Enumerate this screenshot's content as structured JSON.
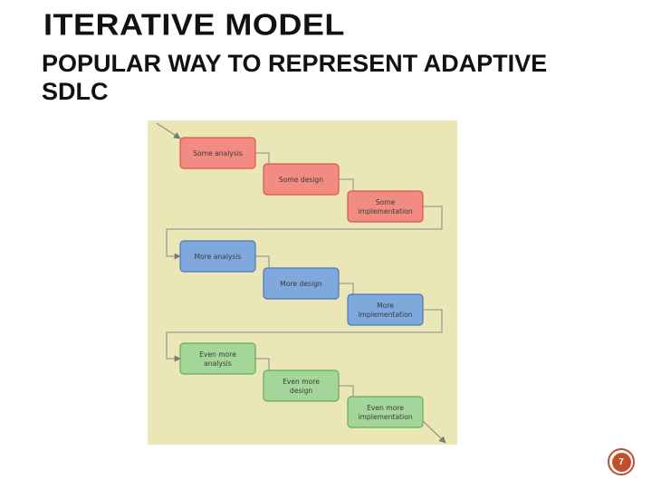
{
  "slide": {
    "title": "ITERATIVE MODEL",
    "subtitle": "POPULAR WAY TO REPRESENT ADAPTIVE SDLC",
    "page_number": "7"
  },
  "diagram": {
    "colors": {
      "panel_bg": "#ebe6b5",
      "red_fill": "#f28b82",
      "red_stroke": "#d9574d",
      "blue_fill": "#7fa9dc",
      "blue_stroke": "#4a78b8",
      "green_fill": "#a4d69a",
      "green_stroke": "#64ad5a",
      "connector": "#8a8a8a"
    },
    "steps": [
      {
        "lines": [
          "Some analysis"
        ],
        "color": "red"
      },
      {
        "lines": [
          "Some design"
        ],
        "color": "red"
      },
      {
        "lines": [
          "Some",
          "implementation"
        ],
        "color": "red"
      },
      {
        "lines": [
          "More analysis"
        ],
        "color": "blue"
      },
      {
        "lines": [
          "More design"
        ],
        "color": "blue"
      },
      {
        "lines": [
          "More",
          "implementation"
        ],
        "color": "blue"
      },
      {
        "lines": [
          "Even more",
          "analysis"
        ],
        "color": "green"
      },
      {
        "lines": [
          "Even more",
          "design"
        ],
        "color": "green"
      },
      {
        "lines": [
          "Even more",
          "implementation"
        ],
        "color": "green"
      }
    ]
  }
}
